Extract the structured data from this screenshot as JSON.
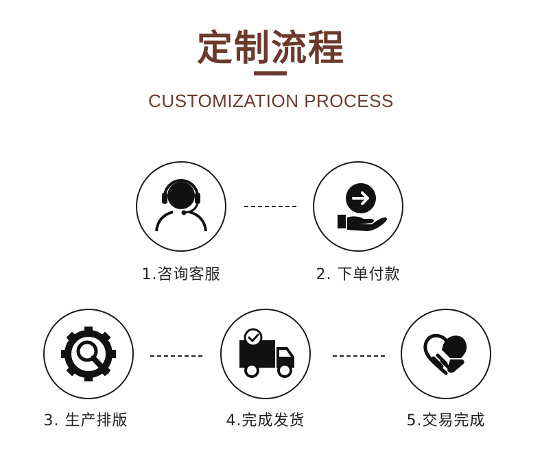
{
  "header": {
    "title": "定制流程",
    "subtitle": "CUSTOMIZATION PROCESS"
  },
  "steps": [
    {
      "label": "1.咨询客服",
      "icon": "customer-service-headset-icon"
    },
    {
      "label": "2. 下单付款",
      "icon": "hand-payment-arrow-icon"
    },
    {
      "label": "3. 生产排版",
      "icon": "gear-magnifier-icon"
    },
    {
      "label": "4.完成发货",
      "icon": "delivery-truck-check-icon"
    },
    {
      "label": "5.交易完成",
      "icon": "handshake-heart-icon"
    }
  ],
  "colors": {
    "accent": "#6b3a2c",
    "line": "#1a1a1a"
  }
}
